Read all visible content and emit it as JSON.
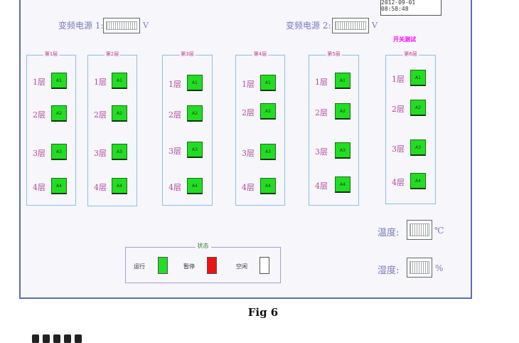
{
  "clock": "2012-09-01 08:58:48",
  "power1_label": "变频电源 1:",
  "power2_label": "变频电源 2:",
  "voltage_unit": "V",
  "groups": [
    {
      "title": "第1层",
      "floors": [
        "1层",
        "2层",
        "3层",
        "4层"
      ],
      "tiles": [
        "A1",
        "A2",
        "A3",
        "A4"
      ]
    },
    {
      "title": "第2层",
      "floors": [
        "1层",
        "2层",
        "3层",
        "4层"
      ],
      "tiles": [
        "A1",
        "A2",
        "A3",
        "A4"
      ]
    },
    {
      "title": "第3层",
      "floors": [
        "1层",
        "2层",
        "3层",
        "4层"
      ],
      "tiles": [
        "A1",
        "A2",
        "A3",
        "A4"
      ]
    },
    {
      "title": "第4层",
      "floors": [
        "1层",
        "2层",
        "3层",
        "4层"
      ],
      "tiles": [
        "A1",
        "A2",
        "A3",
        "A4"
      ]
    },
    {
      "title": "第5层",
      "floors": [
        "1层",
        "2层",
        "3层",
        "4层"
      ],
      "tiles": [
        "A1",
        "A2",
        "A3",
        "A4"
      ]
    },
    {
      "title": "第6层",
      "floors": [
        "1层",
        "2层",
        "3层",
        "4层"
      ],
      "tiles": [
        "A1",
        "A2",
        "A3",
        "A4"
      ]
    }
  ],
  "switch_test_label": "开关测试",
  "temperature_label": "温度:",
  "temperature_unit": "℃",
  "humidity_label": "湿度:",
  "humidity_unit": "%",
  "legend": {
    "title": "状态",
    "items": [
      {
        "label": "运行",
        "color": "#22dd22"
      },
      {
        "label": "暂停",
        "color": "#ee1111"
      },
      {
        "label": "空闲",
        "color": "#ffffff"
      }
    ]
  },
  "caption": "Fig 6"
}
